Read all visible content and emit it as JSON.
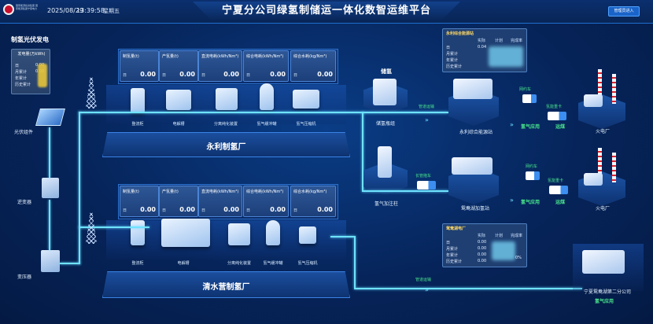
{
  "header": {
    "logo_text": "国家能源投资集团 国家能源集团宁夏电力",
    "date": "2025/08/29",
    "time": "13:39:58",
    "weekday": "星期五",
    "title": "宁夏分公司绿氢制储运一体化数智运维平台",
    "manage_button": "管理员进入"
  },
  "pv": {
    "section_title": "制氢光伏发电",
    "card_title": "发电量(万kWh)",
    "rows": [
      {
        "label": "日",
        "value": "0.00"
      },
      {
        "label": "月累计",
        "value": "0.00"
      },
      {
        "label": "年累计",
        "value": ""
      },
      {
        "label": "历史累计",
        "value": ""
      }
    ]
  },
  "left_devices": {
    "pv_array": "光伏组件",
    "inverter": "逆变器",
    "transformer": "变压器"
  },
  "plant1": {
    "name": "永利制氢厂",
    "stats": [
      {
        "title": "制氢量(t)",
        "day": "日",
        "value": "0.00"
      },
      {
        "title": "产氢量(t)",
        "day": "日",
        "value": "0.00"
      },
      {
        "title": "直流电耗(kWh/Nm³)",
        "day": "日",
        "value": "0.00"
      },
      {
        "title": "综合电耗(kWh/Nm³)",
        "day": "日",
        "value": "0.00"
      },
      {
        "title": "综合水耗(kg/Nm³)",
        "day": "日",
        "value": "0.00"
      }
    ],
    "equipment": [
      "整流柜",
      "电解槽",
      "分离纯化装置",
      "氢气缓冲罐",
      "氢气压缩机"
    ]
  },
  "plant2": {
    "name": "清水营制氢厂",
    "stats": [
      {
        "title": "制氢量(t)",
        "day": "日",
        "value": "0.00"
      },
      {
        "title": "产氢量(t)",
        "day": "日",
        "value": "0.00"
      },
      {
        "title": "直流电耗(kWh/Nm³)",
        "day": "日",
        "value": "0.00"
      },
      {
        "title": "综合电耗(kWh/Nm³)",
        "day": "日",
        "value": "0.00"
      },
      {
        "title": "综合水耗(kg/Nm³)",
        "day": "日",
        "value": "0.00"
      }
    ],
    "equipment": [
      "整流柜",
      "电解槽",
      "分离纯化装置",
      "氢气缓冲罐",
      "氢气压缩机"
    ]
  },
  "middle": {
    "storage_title": "储氢",
    "storage_label": "储氢瓶组",
    "pipeline_label": "管道运输",
    "refuel_label": "氢气加注柱",
    "tube_label": "长管拖车"
  },
  "station1": {
    "card_title": "永利综合能源站",
    "columns": [
      "实际",
      "计划",
      "完成率"
    ],
    "rows": [
      {
        "label": "日",
        "actual": "0.04"
      },
      {
        "label": "月累计",
        "actual": ""
      },
      {
        "label": "年累计",
        "actual": ""
      },
      {
        "label": "历史累计",
        "actual": ""
      }
    ],
    "name": "永利综合能源站",
    "usage": "氢气应用",
    "transport": "运煤",
    "car1": "网约车",
    "car2": "氢能重卡",
    "power_plant": "火电厂"
  },
  "station2": {
    "name": "鸳鸯湖加氢站",
    "usage": "氢气应用",
    "transport": "运煤",
    "car1": "网约车",
    "car2": "氢能重卡",
    "power_plant": "火电厂"
  },
  "station3": {
    "card_title": "鸳鸯湖电厂",
    "columns": [
      "实际",
      "计划",
      "完成率"
    ],
    "rows": [
      {
        "label": "日",
        "actual": "0.00"
      },
      {
        "label": "月累计",
        "actual": "0.00"
      },
      {
        "label": "年累计",
        "actual": "0.00"
      },
      {
        "label": "历史累计",
        "actual": "0.00"
      }
    ],
    "rate_suffix": "0%",
    "pipeline_label": "管道运输",
    "name": "宁夏鸳鸯湖第二分公司",
    "usage": "氢气应用"
  }
}
